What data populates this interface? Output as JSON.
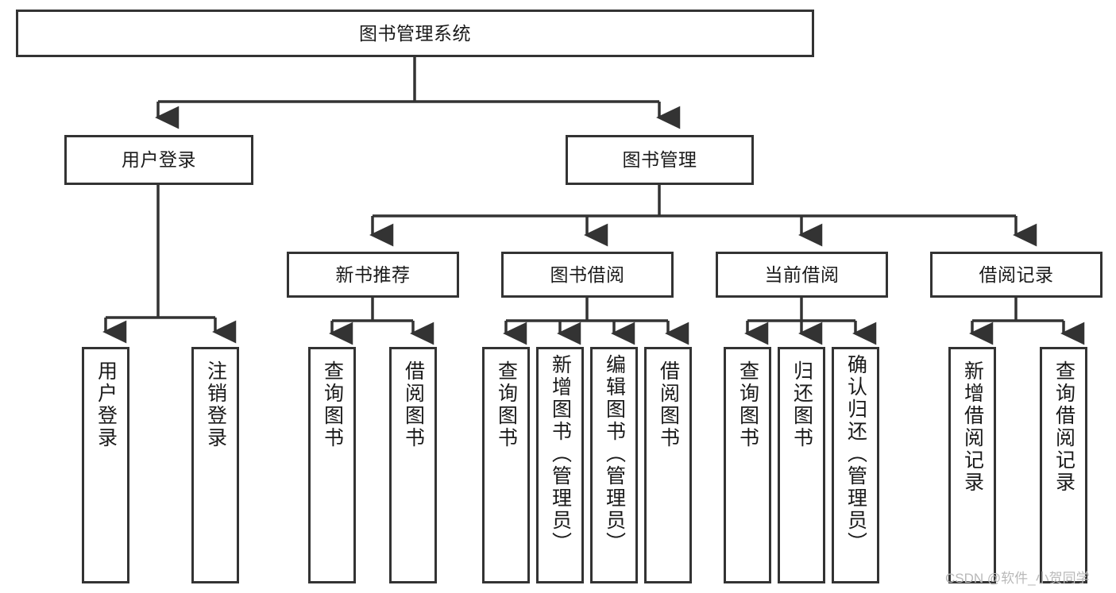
{
  "diagram": {
    "type": "tree-hierarchy",
    "title": "图书管理系统",
    "watermark": "CSDN @软件_小贺同学",
    "colors": {
      "box_border": "#333333",
      "box_fill": "#ffffff",
      "edge": "#333333",
      "text": "#1a1a1a",
      "watermark": "#b9b9b9",
      "background": "#ffffff"
    },
    "root": {
      "label": "图书管理系统"
    },
    "level2": [
      {
        "label": "用户登录"
      },
      {
        "label": "图书管理"
      }
    ],
    "level3": [
      {
        "label": "新书推荐"
      },
      {
        "label": "图书借阅"
      },
      {
        "label": "当前借阅"
      },
      {
        "label": "借阅记录"
      }
    ],
    "leaves": {
      "user_login": [
        {
          "label": "用户登录"
        },
        {
          "label": "注销登录"
        }
      ],
      "new_book_recommend": [
        {
          "label": "查询图书"
        },
        {
          "label": "借阅图书"
        }
      ],
      "book_borrow": [
        {
          "label": "查询图书"
        },
        {
          "label": "新增图书（管理员）"
        },
        {
          "label": "编辑图书（管理员）"
        },
        {
          "label": "借阅图书"
        }
      ],
      "current_borrow": [
        {
          "label": "查询图书"
        },
        {
          "label": "归还图书"
        },
        {
          "label": "确认归还（管理员）"
        }
      ],
      "borrow_record": [
        {
          "label": "新增借阅记录"
        },
        {
          "label": "查询借阅记录"
        }
      ]
    }
  }
}
